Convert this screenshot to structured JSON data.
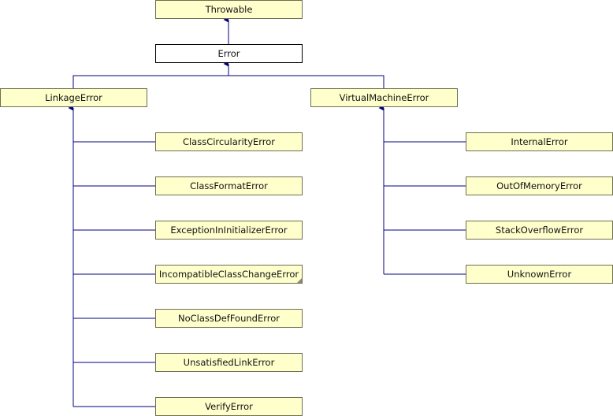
{
  "nodes": {
    "throwable": "Throwable",
    "error": "Error",
    "linkage_error": "LinkageError",
    "virtual_machine_error": "VirtualMachineError",
    "class_circularity_error": "ClassCircularityError",
    "class_format_error": "ClassFormatError",
    "exception_in_initializer_error": "ExceptionInInitializerError",
    "incompatible_class_change_error": "IncompatibleClassChangeError",
    "no_class_def_found_error": "NoClassDefFoundError",
    "unsatisfied_link_error": "UnsatisfiedLinkError",
    "verify_error": "VerifyError",
    "internal_error": "InternalError",
    "out_of_memory_error": "OutOfMemoryError",
    "stack_overflow_error": "StackOverflowError",
    "unknown_error": "UnknownError"
  },
  "colors": {
    "node_fill": "#ffffcc",
    "node_border": "#6e6e52",
    "edge": "#000080"
  }
}
